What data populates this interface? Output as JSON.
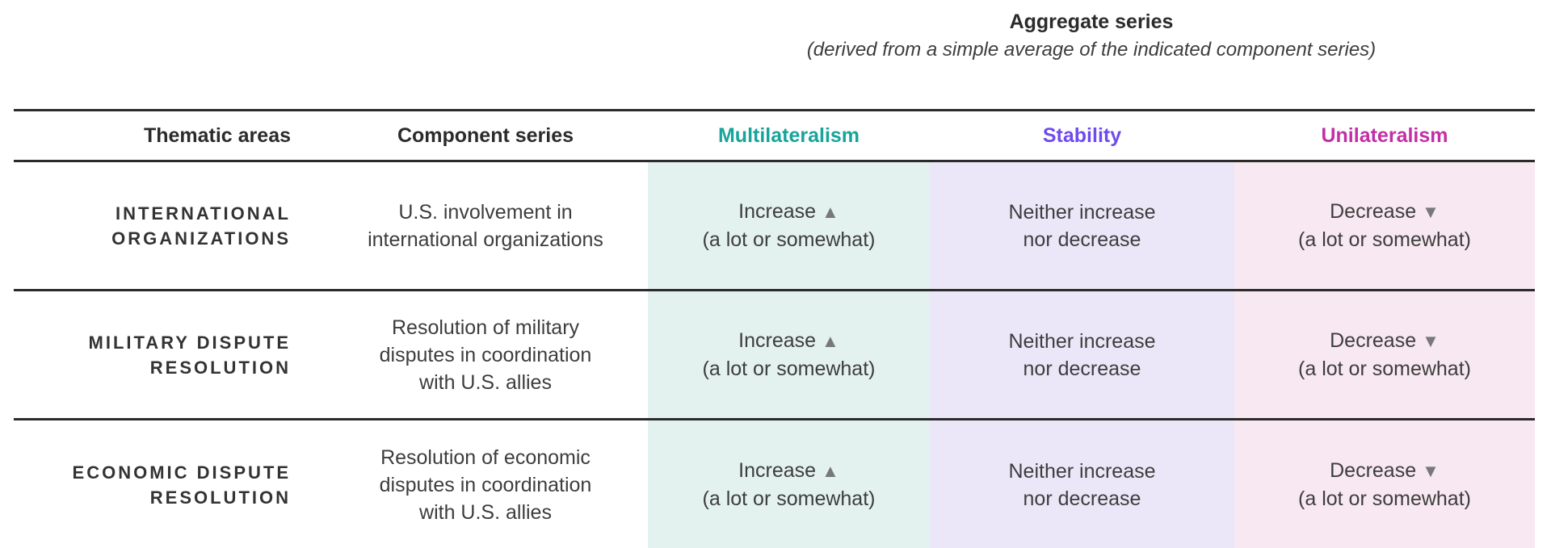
{
  "chart_data": {
    "type": "table",
    "title": "Aggregate series",
    "subtitle": "(derived from a simple average of the indicated component series)",
    "headers": {
      "thematic": "Thematic areas",
      "component": "Component series",
      "aggregate": [
        {
          "label": "Multilateralism",
          "text_color": "#16A49B",
          "bg_color": "#E4F2EF"
        },
        {
          "label": "Stability",
          "text_color": "#6F4BEF",
          "bg_color": "#ECE7F8"
        },
        {
          "label": "Unilateralism",
          "text_color": "#C32FA6",
          "bg_color": "#F8E8F1"
        }
      ]
    },
    "rows": [
      {
        "thematic": "INTERNATIONAL\nORGANIZATIONS",
        "component": "U.S. involvement in\ninternational organizations",
        "multilateralism": {
          "label": "Increase",
          "arrow": "▲",
          "qualifier": "(a lot or somewhat)"
        },
        "stability": {
          "label": "Neither increase\nnor decrease",
          "arrow": "",
          "qualifier": ""
        },
        "unilateralism": {
          "label": "Decrease",
          "arrow": "▼",
          "qualifier": "(a lot or somewhat)"
        }
      },
      {
        "thematic": "MILITARY DISPUTE\nRESOLUTION",
        "component": "Resolution of military\ndisputes in coordination\nwith U.S. allies",
        "multilateralism": {
          "label": "Increase",
          "arrow": "▲",
          "qualifier": "(a lot or somewhat)"
        },
        "stability": {
          "label": "Neither increase\nnor decrease",
          "arrow": "",
          "qualifier": ""
        },
        "unilateralism": {
          "label": "Decrease",
          "arrow": "▼",
          "qualifier": "(a lot or somewhat)"
        }
      },
      {
        "thematic": "ECONOMIC DISPUTE\nRESOLUTION",
        "component": "Resolution of economic\ndisputes in coordination\nwith U.S. allies",
        "multilateralism": {
          "label": "Increase",
          "arrow": "▲",
          "qualifier": "(a lot or somewhat)"
        },
        "stability": {
          "label": "Neither increase\nnor decrease",
          "arrow": "",
          "qualifier": ""
        },
        "unilateralism": {
          "label": "Decrease",
          "arrow": "▼",
          "qualifier": "(a lot or somewhat)"
        }
      }
    ],
    "style": {
      "rule_color": "#2B2B2B",
      "body_text_color": "#3D3D3D",
      "arrow_color": "#77787A",
      "legend_position": "none",
      "grid": "horizontal-rules-only"
    }
  }
}
